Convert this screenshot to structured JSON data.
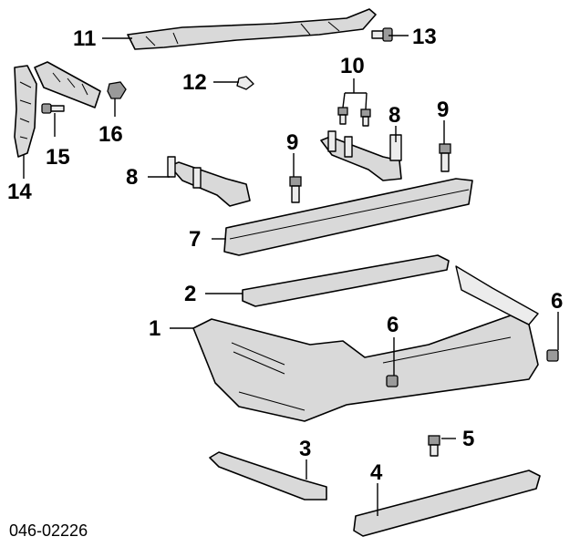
{
  "diagram": {
    "code": "046-02226",
    "callouts": [
      "1",
      "2",
      "3",
      "4",
      "5",
      "6",
      "6",
      "7",
      "8",
      "8",
      "9",
      "9",
      "10",
      "11",
      "12",
      "13",
      "14",
      "15",
      "16"
    ]
  }
}
